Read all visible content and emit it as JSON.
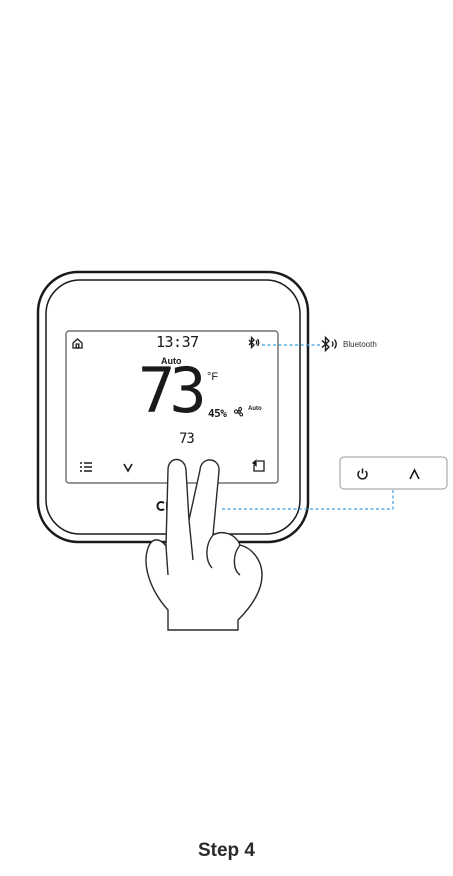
{
  "display": {
    "clock": "13:37",
    "mode": "Auto",
    "temperature": "73",
    "unit": "°F",
    "humidity": "45%",
    "fan_mode": "Auto",
    "setpoint": "73"
  },
  "callout": {
    "bluetooth_label": "Bluetooth"
  },
  "step": {
    "label": "Step 4"
  },
  "icons": [
    "home-icon",
    "bluetooth-icon",
    "menu-icon",
    "chevron-down-icon",
    "exit-icon",
    "fan-icon",
    "power-icon",
    "chevron-up-icon",
    "hand-icon"
  ],
  "colors": {
    "line": "#1a1a1a",
    "dashed_guide": "#3aa0e0"
  }
}
